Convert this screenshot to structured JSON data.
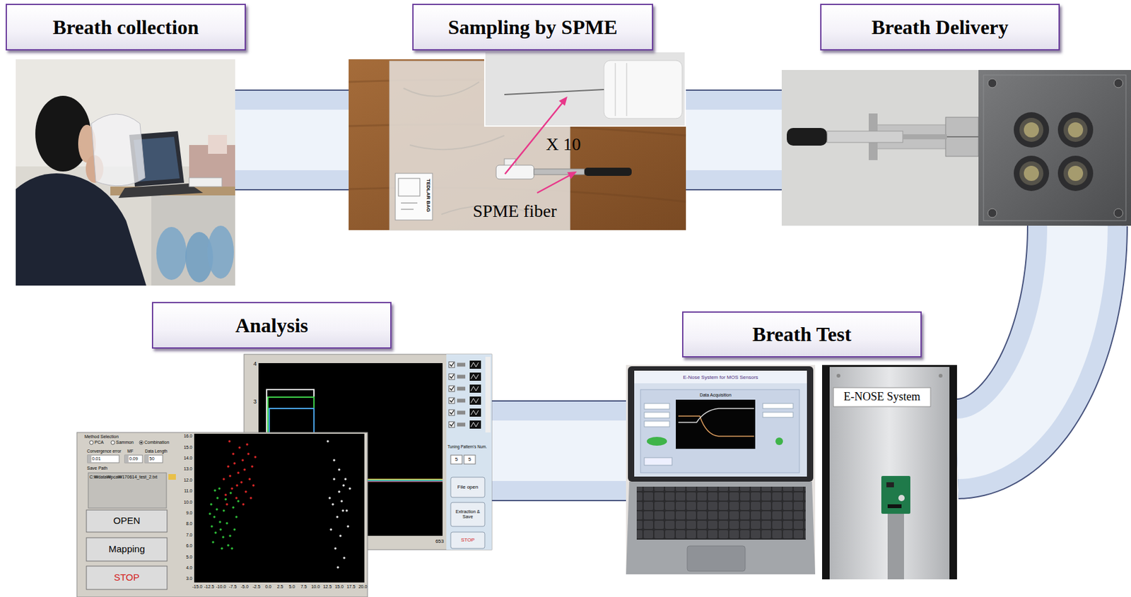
{
  "diagram": {
    "nodes": [
      {
        "text": [
          "Breath collection"
        ]
      },
      {
        "text": [
          "Sampling by SPME"
        ]
      },
      {
        "text": [
          "Breath Delivery"
        ]
      },
      {
        "text": [
          "Analysis"
        ]
      },
      {
        "text": [
          "Breath Test"
        ]
      }
    ],
    "edges": [
      {
        "from": 0,
        "to": 1,
        "arrow": "none"
      },
      {
        "from": 1,
        "to": 2,
        "arrow": "none"
      },
      {
        "from": 2,
        "to": 4,
        "arrow": "none"
      },
      {
        "from": 4,
        "to": 3,
        "arrow": "none"
      }
    ],
    "labels": [
      "X 10",
      "SPME fiber",
      "TEDLAR BAG",
      "E-NOSE System",
      "E-Nose System for MOS Sensors",
      "Data Acquisition",
      "4",
      "3",
      "653",
      "Tuning Pattern's Num.",
      "5",
      "5",
      "File open",
      "Extraction & Save",
      "STOP",
      "Method Selection",
      "PCA",
      "Sammon",
      "Combination",
      "Convergence error",
      "MF",
      "Data Length",
      "0.01",
      "0.09",
      "50",
      "Save Path",
      "C:₩data₩pca₩170614_test_2.txt",
      "OPEN",
      "Mapping",
      "STOP",
      "16.0",
      "15.0",
      "14.0",
      "13.0",
      "12.0",
      "11.0",
      "10.0",
      "9.0",
      "8.0",
      "7.0",
      "6.0",
      "5.0",
      "4.0",
      "3.0",
      "-15.0",
      "-12.5",
      "-10.0",
      "-7.5",
      "-5.0",
      "-2.5",
      "0.0",
      "2.5",
      "5.0",
      "7.5",
      "10.0",
      "12.5",
      "15.0",
      "17.5",
      "20.0"
    ]
  }
}
